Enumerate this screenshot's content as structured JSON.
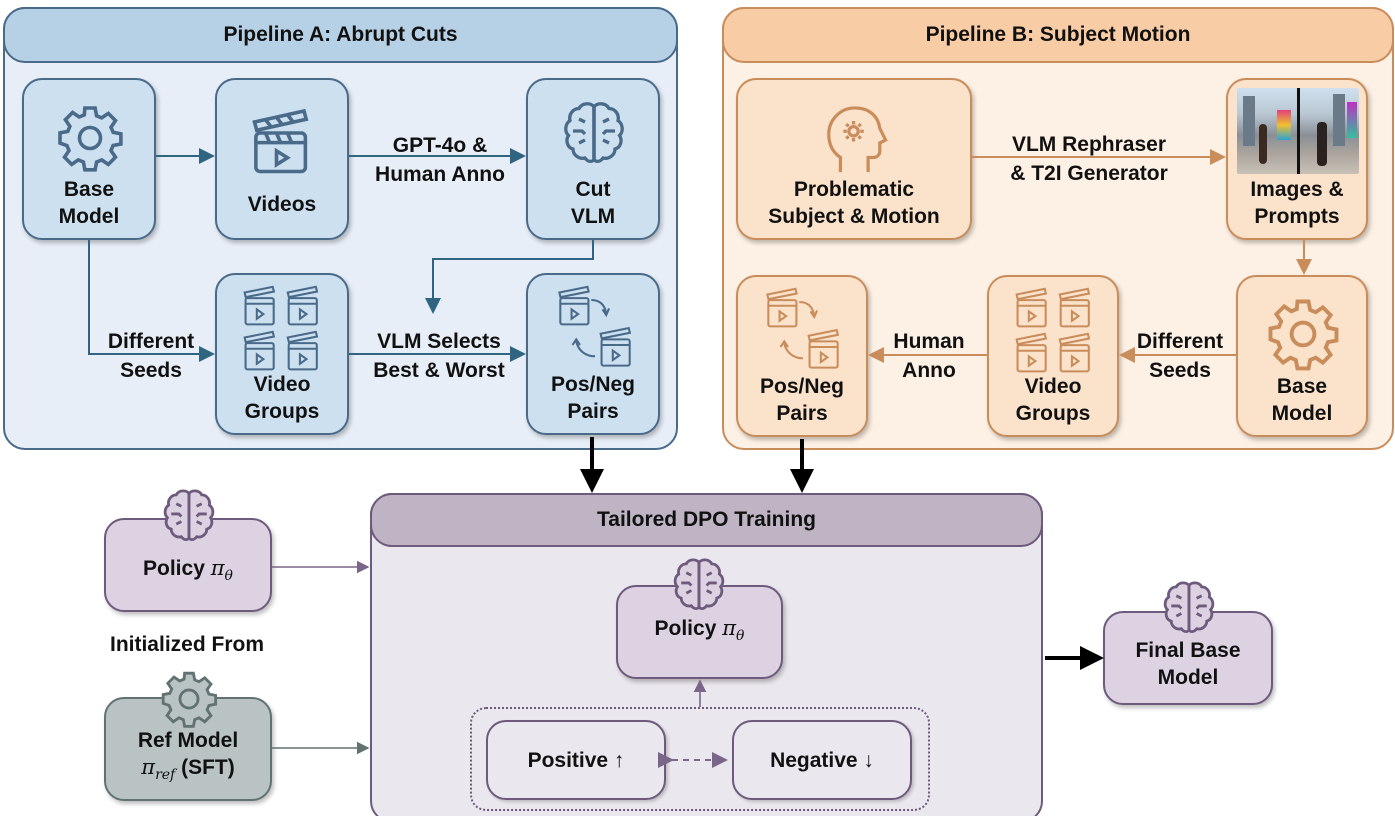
{
  "pipeline_a": {
    "title": "Pipeline A: Abrupt Cuts",
    "nodes": {
      "base_model": [
        "Base",
        "Model"
      ],
      "videos": "Videos",
      "cut_vlm": [
        "Cut",
        "VLM"
      ],
      "video_groups": [
        "Video",
        "Groups"
      ],
      "pos_neg_pairs": [
        "Pos/Neg",
        "Pairs"
      ]
    },
    "edges": {
      "videos_to_vlm": [
        "GPT-4o &",
        "Human Anno"
      ],
      "seeds": [
        "Different",
        "Seeds"
      ],
      "select": [
        "VLM Selects",
        "Best & Worst"
      ]
    },
    "color": "#4a6a8a"
  },
  "pipeline_b": {
    "title": "Pipeline B: Subject Motion",
    "nodes": {
      "problematic": [
        "Problematic",
        "Subject & Motion"
      ],
      "images_prompts": [
        "Images &",
        "Prompts"
      ],
      "base_model": [
        "Base",
        "Model"
      ],
      "video_groups": [
        "Video",
        "Groups"
      ],
      "pos_neg_pairs": [
        "Pos/Neg",
        "Pairs"
      ]
    },
    "edges": {
      "rephraser": [
        "VLM Rephraser",
        "& T2I Generator"
      ],
      "seeds": [
        "Different",
        "Seeds"
      ],
      "human_anno": [
        "Human",
        "Anno"
      ]
    },
    "color": "#c98d5c"
  },
  "training": {
    "title": "Tailored DPO Training",
    "policy_label": "Policy",
    "policy_symbol": "π",
    "policy_sub": "θ",
    "positive": "Positive ↑",
    "negative": "Negative ↓",
    "color": "#6e5a7d"
  },
  "left": {
    "policy_label": "Policy",
    "policy_symbol": "π",
    "policy_sub": "θ",
    "initialized_from": "Initialized From",
    "ref_model": "Ref Model",
    "ref_symbol": "π",
    "ref_sub": "ref",
    "ref_suffix": "(SFT)"
  },
  "output": {
    "final_model": [
      "Final Base",
      "Model"
    ]
  }
}
